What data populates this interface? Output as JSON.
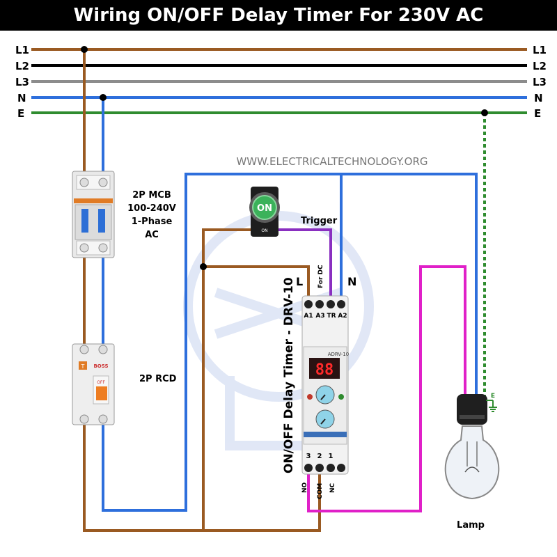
{
  "title": "Wiring ON/OFF Delay Timer For 230V AC",
  "website": "WWW.ELECTRICALTECHNOLOGY.ORG",
  "colors": {
    "L1": "#9a5a22",
    "L2": "#000000",
    "L3": "#8c8c8c",
    "N": "#2e6fdc",
    "E": "#2f8c2f",
    "signal": "#e020c8",
    "trigger": "#8a2fc0",
    "watermark": "#c8d4ef"
  },
  "bus_labels": {
    "l1": "L1",
    "l2": "L2",
    "l3": "L3",
    "n": "N",
    "e": "E"
  },
  "mcb": {
    "line1": "2P MCB",
    "line2": "100-240V",
    "line3": "1-Phase",
    "line4": "AC"
  },
  "rcd": {
    "label": "2P RCD",
    "brand": "BOSS",
    "test": "T",
    "status": "OFF"
  },
  "push_button": {
    "label": "ON",
    "base": "ON",
    "caption": "Trigger"
  },
  "timer": {
    "vertical_title": "ON/OFF Delay Timer - DRV-10",
    "supply_l": "L",
    "supply_n": "N",
    "for_dc": "For DC",
    "top_terminals": [
      "A1",
      "A3",
      "TR",
      "A2"
    ],
    "model": "ADRV-10",
    "display": "88",
    "bottom_numbers": [
      "3",
      "2",
      "1"
    ],
    "contacts": [
      "NO",
      "COM",
      "NC"
    ]
  },
  "lamp": {
    "caption": "Lamp",
    "earth": "E"
  }
}
